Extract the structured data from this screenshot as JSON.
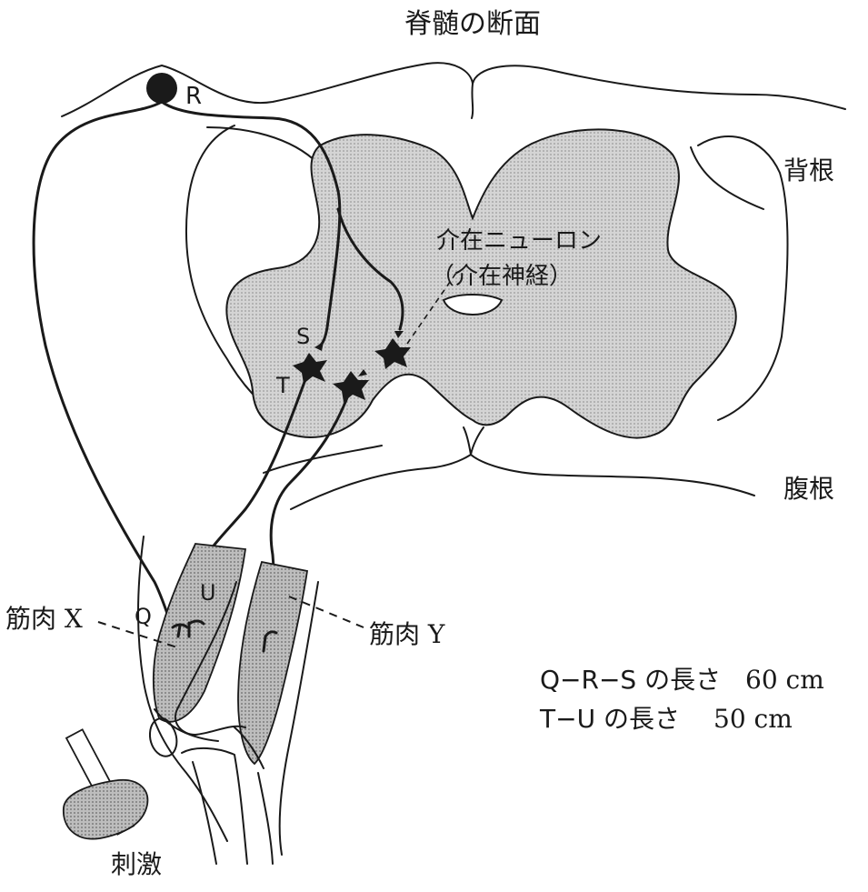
{
  "title": "脊髄の断面",
  "labels": {
    "dorsal_root": "背根",
    "ventral_root": "腹根",
    "interneuron_line1": "介在ニューロン",
    "interneuron_line2": "（介在神経）",
    "muscle_x": "筋肉 X",
    "muscle_y": "筋肉 Y",
    "stimulus": "刺激"
  },
  "points": {
    "R": "R",
    "S": "S",
    "T": "T",
    "Q": "Q",
    "U": "U"
  },
  "lengths": {
    "qrs_label": "Q−R−S の長さ",
    "qrs_value": "60 cm",
    "tu_label": "T−U の長さ",
    "tu_value": "50 cm"
  },
  "colors": {
    "gray_matter": "#c9c9c9",
    "muscle": "#b3b3b3",
    "line": "#1a1a1a"
  }
}
